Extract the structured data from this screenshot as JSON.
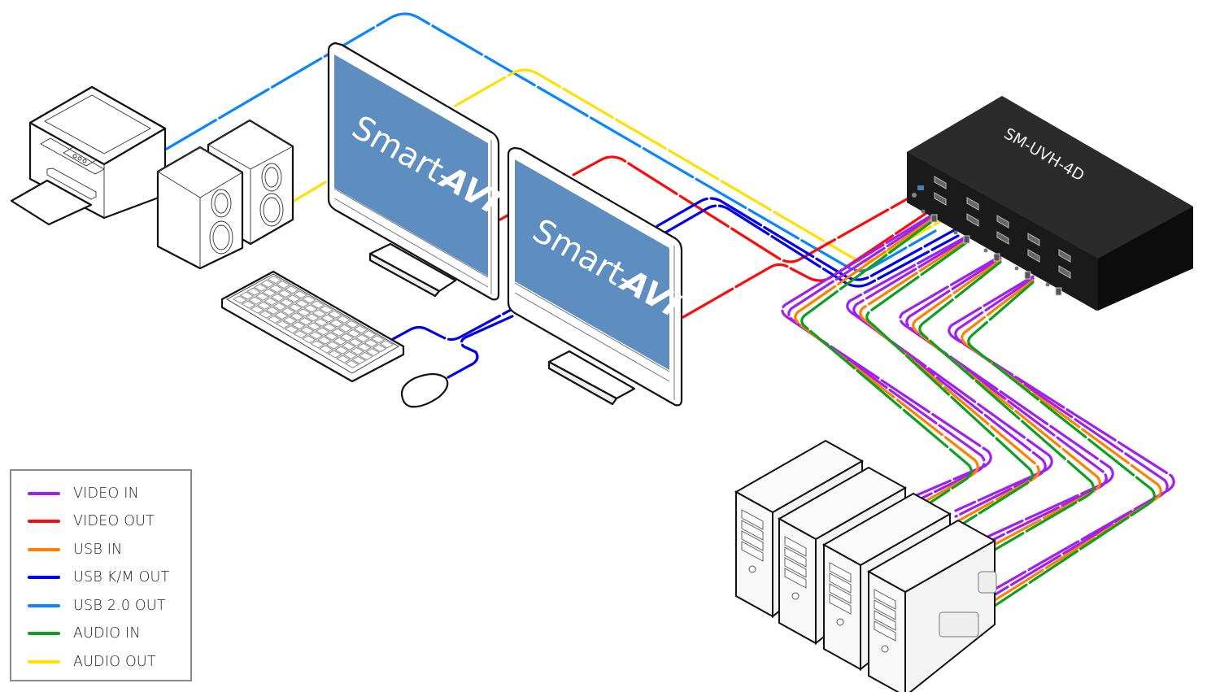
{
  "diagram": {
    "switch_label": "SM-UVH-4D",
    "monitor_brand": "Smart-AVI",
    "monitor_brand_text": "Smart-",
    "monitor_brand_mark": "AVI",
    "devices": [
      {
        "name": "printer",
        "type": "printer-icon"
      },
      {
        "name": "speakers",
        "type": "speaker-icon"
      },
      {
        "name": "monitor-1",
        "type": "monitor-icon"
      },
      {
        "name": "monitor-2",
        "type": "monitor-icon"
      },
      {
        "name": "keyboard",
        "type": "keyboard-icon"
      },
      {
        "name": "mouse",
        "type": "mouse-icon"
      },
      {
        "name": "kvm-switch",
        "type": "kvm-switch-icon"
      },
      {
        "name": "pc-1",
        "type": "pc-tower-icon"
      },
      {
        "name": "pc-2",
        "type": "pc-tower-icon"
      },
      {
        "name": "pc-3",
        "type": "pc-tower-icon"
      },
      {
        "name": "pc-4",
        "type": "pc-tower-icon"
      }
    ]
  },
  "colors": {
    "video_in": "#a020f0",
    "video_out": "#ff0a0a",
    "usb_in": "#ff8000",
    "usb_km_out": "#0000ee",
    "usb_20_out": "#0a84ff",
    "audio_in": "#0ca020",
    "audio_out": "#ffe000",
    "screen": "#5e8dbf",
    "switch_top": "#2a2a2a",
    "switch_front": "#151515"
  },
  "legend": {
    "items": [
      {
        "label": "VIDEO IN",
        "color": "#a020f0"
      },
      {
        "label": "VIDEO OUT",
        "color": "#ff0a0a"
      },
      {
        "label": "USB IN",
        "color": "#ff8000"
      },
      {
        "label": "USB K/M OUT",
        "color": "#0000ee"
      },
      {
        "label": "USB 2.0 OUT",
        "color": "#0a84ff"
      },
      {
        "label": "AUDIO IN",
        "color": "#0ca020"
      },
      {
        "label": "AUDIO OUT",
        "color": "#ffe000"
      }
    ]
  }
}
